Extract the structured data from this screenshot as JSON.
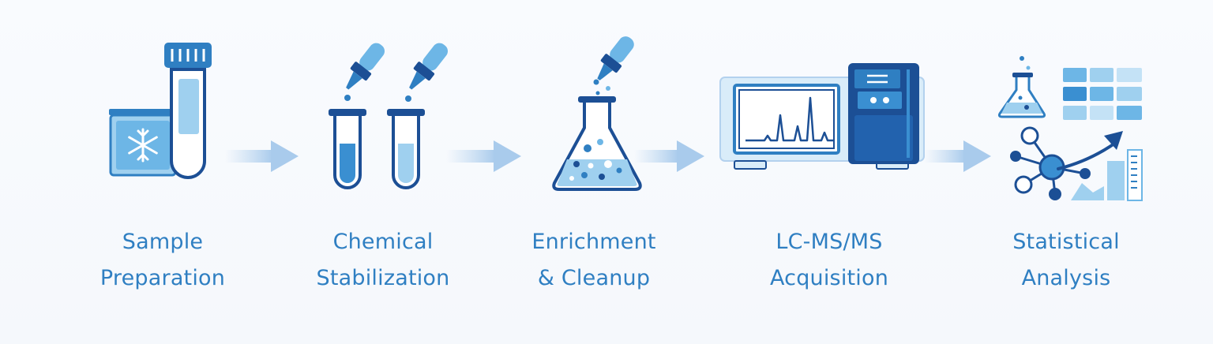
{
  "steps": [
    {
      "line1": "Sample",
      "line2": "Preparation",
      "icon": "test-tube-freezer-icon"
    },
    {
      "line1": "Chemical",
      "line2": "Stabilization",
      "icon": "test-tubes-dropper-icon"
    },
    {
      "line1": "Enrichment",
      "line2": "& Cleanup",
      "icon": "erlenmeyer-flask-icon"
    },
    {
      "line1": "LC-MS/MS",
      "line2": "Acquisition",
      "icon": "mass-spectrometer-icon"
    },
    {
      "line1": "Statistical",
      "line2": "Analysis",
      "icon": "statistics-network-icon"
    }
  ],
  "colors": {
    "label": "#2f7fc2",
    "dark_blue": "#1c4f95",
    "mid_blue": "#3a8fd1",
    "light_blue": "#9fd0ef",
    "pale_blue": "#d9ecf9",
    "arrow": "#b3d1ee"
  }
}
